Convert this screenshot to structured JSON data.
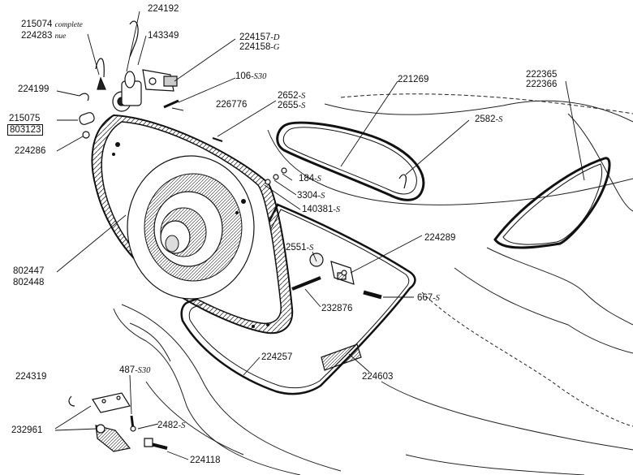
{
  "parts": {
    "p215074": {
      "num": "215074",
      "suffix": "",
      "note": "complete"
    },
    "p224283": {
      "num": "224283",
      "suffix": "",
      "note": "nue"
    },
    "p224192": {
      "num": "224192",
      "suffix": ""
    },
    "p143349": {
      "num": "143349",
      "suffix": ""
    },
    "p224157": {
      "num": "224157",
      "suffix": "-D"
    },
    "p224158": {
      "num": "224158",
      "suffix": "-G"
    },
    "p106": {
      "num": "106",
      "suffix": "-S30"
    },
    "p2652": {
      "num": "2652",
      "suffix": "-S"
    },
    "p2655": {
      "num": "2655",
      "suffix": "-S"
    },
    "p221269": {
      "num": "221269",
      "suffix": ""
    },
    "p222365": {
      "num": "222365",
      "suffix": ""
    },
    "p222366": {
      "num": "222366",
      "suffix": ""
    },
    "p224199": {
      "num": "224199",
      "suffix": ""
    },
    "p226776": {
      "num": "226776",
      "suffix": ""
    },
    "p2582": {
      "num": "2582",
      "suffix": "-S"
    },
    "p215075": {
      "num": "215075",
      "suffix": ""
    },
    "p803123": {
      "num": "803123",
      "suffix": ""
    },
    "p184": {
      "num": "184",
      "suffix": "-S"
    },
    "p224286": {
      "num": "224286",
      "suffix": ""
    },
    "p3304": {
      "num": "3304",
      "suffix": "-S"
    },
    "p140381": {
      "num": "140381",
      "suffix": "-S"
    },
    "p2551": {
      "num": "2551",
      "suffix": "-S"
    },
    "p224289": {
      "num": "224289",
      "suffix": ""
    },
    "p802447": {
      "num": "802447",
      "suffix": ""
    },
    "p802448": {
      "num": "802448",
      "suffix": ""
    },
    "p667": {
      "num": "667",
      "suffix": "-S"
    },
    "p232876": {
      "num": "232876",
      "suffix": ""
    },
    "p224257": {
      "num": "224257",
      "suffix": ""
    },
    "p224603": {
      "num": "224603",
      "suffix": ""
    },
    "p224319": {
      "num": "224319",
      "suffix": ""
    },
    "p487": {
      "num": "487",
      "suffix": "-S30"
    },
    "p2482": {
      "num": "2482",
      "suffix": "-S"
    },
    "p232961": {
      "num": "232961",
      "suffix": ""
    },
    "p224118": {
      "num": "224118",
      "suffix": ""
    }
  }
}
